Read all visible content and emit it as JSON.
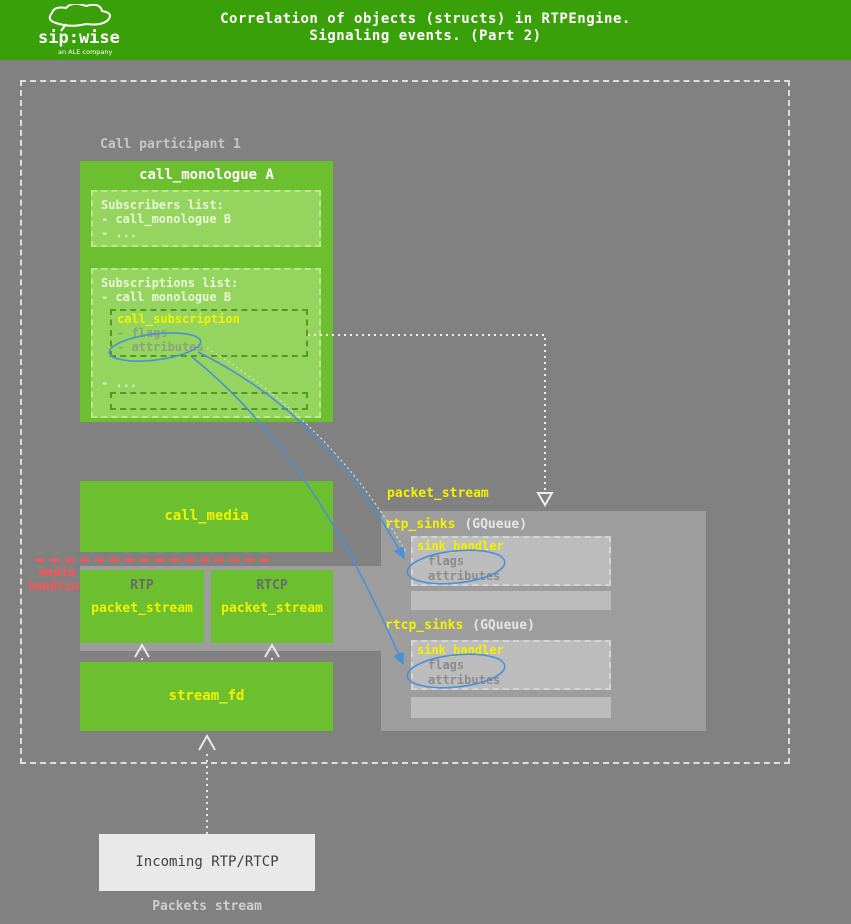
{
  "header": {
    "title_line1": "Correlation of objects (structs) in RTPEngine.",
    "title_line2": "Signaling events. (Part 2)",
    "logo_brand": "sip:wise",
    "logo_tagline": "an ALE company"
  },
  "labels": {
    "participant": "Call participant 1",
    "media_handling_1": "media",
    "media_handling_2": "handling",
    "packet_stream_title": "packet_stream",
    "packets_stream": "Packets stream",
    "incoming": "Incoming RTP/RTCP"
  },
  "monologue": {
    "title": "call_monologue A",
    "subscribers_title": "Subscribers list:",
    "subscribers_item1": "- call_monologue B",
    "subscribers_item2": "- ...",
    "subscriptions_title": "Subscriptions list:",
    "subscriptions_item1": "- call monologue B",
    "subscription_title": "call_subscription",
    "subscription_flags": "- flags",
    "subscription_attributes": "- attributes",
    "subscriptions_more": "- ..."
  },
  "media": {
    "call_media": "call_media",
    "rtp_label": "RTP",
    "rtp_name": "packet_stream",
    "rtcp_label": "RTCP",
    "rtcp_name": "packet_stream",
    "stream_fd": "stream_fd"
  },
  "sinks": {
    "rtp_sinks": "rtp_sinks",
    "rtp_queue": "(GQueue)",
    "rtp_handler": "sink_handler",
    "rtp_flags": "flags",
    "rtp_attributes": "attributes",
    "rtcp_sinks": "rtcp_sinks",
    "rtcp_queue": "(GQueue)",
    "rtcp_handler": "sink_handler",
    "rtcp_flags": "flags",
    "rtcp_attributes": "attributes"
  },
  "colors": {
    "header_green": "#3aa00a",
    "box_green": "#6cbf2f",
    "light_green": "#95d55f",
    "yellow": "#f2f200",
    "panel_gray": "#9d9d9d",
    "red": "#ff5252",
    "blue": "#4a90d9"
  }
}
